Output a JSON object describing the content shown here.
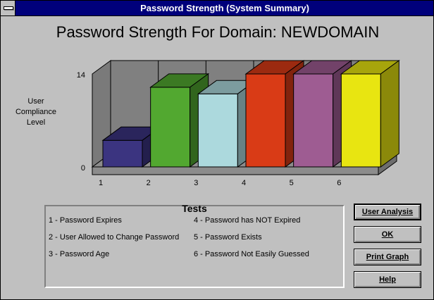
{
  "window": {
    "title": "Password Strength (System Summary)"
  },
  "heading": "Password Strength For Domain: NEWDOMAIN",
  "chart_data": {
    "type": "bar",
    "categories": [
      "1",
      "2",
      "3",
      "4",
      "5",
      "6"
    ],
    "values": [
      4,
      12,
      11,
      14,
      14,
      14
    ],
    "ylabel": "User Compliance Level",
    "ylim": [
      0,
      14
    ],
    "yticks": [
      "0",
      "14"
    ],
    "colors": [
      "#3b3480",
      "#52a830",
      "#acd9dd",
      "#d93b16",
      "#9e5c92",
      "#e8e511"
    ],
    "grid": true,
    "style": "3d"
  },
  "ylabel_lines": [
    "User",
    "Compliance",
    "Level"
  ],
  "tests": {
    "title": "Tests",
    "items": [
      "1 - Password Expires",
      "2 - User Allowed to Change Password",
      "3 - Password Age",
      "4 - Password has NOT Expired",
      "5 - Password Exists",
      "6 - Password Not Easily Guessed"
    ]
  },
  "buttons": {
    "user_analysis": "User Analysis",
    "ok": "OK",
    "print_graph": "Print Graph",
    "help": "Help"
  }
}
